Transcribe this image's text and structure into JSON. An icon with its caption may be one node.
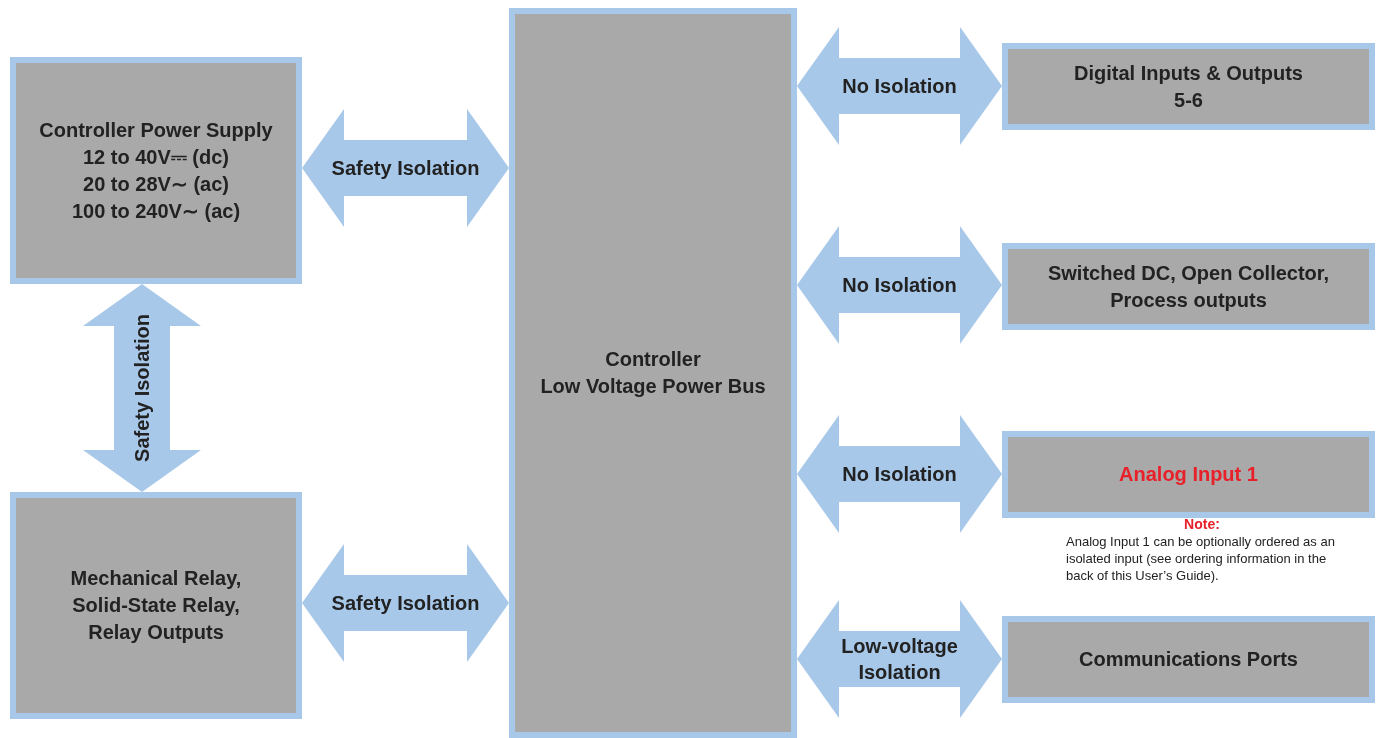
{
  "diagram": {
    "nodes": [
      {
        "text": [
          "Controller Power Supply",
          "12 to 40V⎓ (dc)",
          "20 to 28V∼ (ac)",
          "100 to 240V∼ (ac)"
        ]
      },
      {
        "text": [
          "Mechanical Relay, Solid-State Relay, Relay Outputs"
        ]
      },
      {
        "text": [
          "Controller",
          "Low Voltage Power Bus"
        ]
      },
      {
        "text": [
          "Digital Inputs & Outputs",
          "5-6"
        ]
      },
      {
        "text": [
          "Switched DC, Open Collector, Process outputs"
        ]
      },
      {
        "text": [
          "Analog Input 1"
        ],
        "beside": [
          "Note:",
          "Analog Input 1 can be optionally ordered as an isolated input (see ordering information in the back of this User’s Guide)."
        ]
      },
      {
        "text": [
          "Communications Ports"
        ]
      }
    ],
    "edges": [
      {
        "from": 0,
        "to": 2,
        "arrow": "both",
        "label": "Safety Isolation"
      },
      {
        "from": 0,
        "to": 1,
        "arrow": "both",
        "label": "Safety Isolation"
      },
      {
        "from": 1,
        "to": 2,
        "arrow": "both",
        "label": "Safety Isolation"
      },
      {
        "from": 2,
        "to": 3,
        "arrow": "both",
        "label": "No Isolation"
      },
      {
        "from": 2,
        "to": 4,
        "arrow": "both",
        "label": "No Isolation"
      },
      {
        "from": 2,
        "to": 5,
        "arrow": "both",
        "label": "No Isolation"
      },
      {
        "from": 2,
        "to": 6,
        "arrow": "both",
        "label": "Low-voltage Isolation"
      }
    ]
  }
}
